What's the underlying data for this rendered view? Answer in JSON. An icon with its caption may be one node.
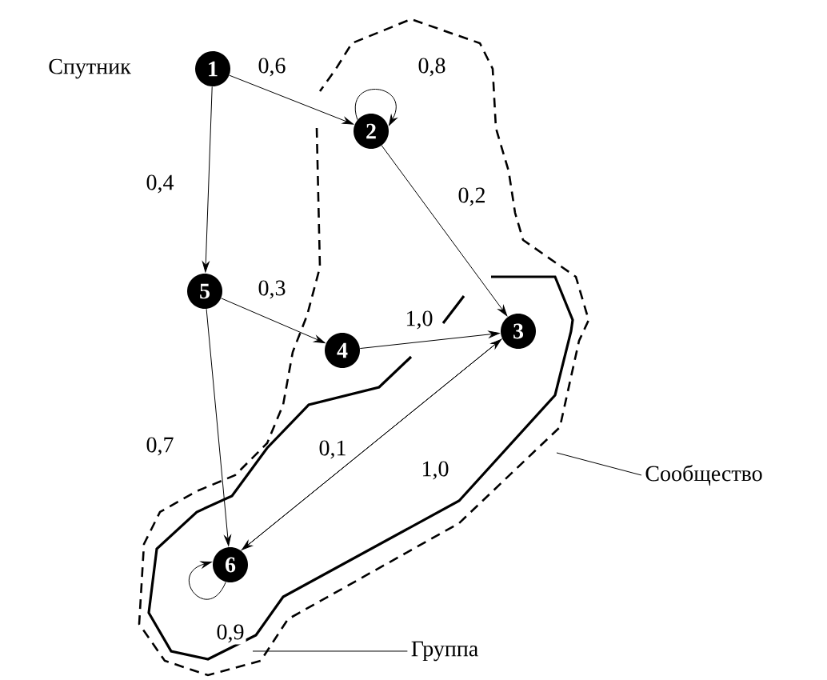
{
  "diagram": {
    "nodes": [
      {
        "text": [
          "1"
        ],
        "beside": [
          "Спутник"
        ]
      },
      {
        "text": [
          "2"
        ]
      },
      {
        "text": [
          "5"
        ]
      },
      {
        "text": [
          "4"
        ]
      },
      {
        "text": [
          "3"
        ]
      },
      {
        "text": [
          "6"
        ]
      },
      {
        "text": [
          "Сообщество"
        ]
      },
      {
        "text": [
          "Группа"
        ]
      }
    ],
    "edges": [
      {
        "from": 0,
        "to": 1,
        "arrow": "to",
        "label": "0,6"
      },
      {
        "from": 1,
        "to": 1,
        "arrow": "to",
        "label": "0,8"
      },
      {
        "from": 0,
        "to": 2,
        "arrow": "to",
        "label": "0,4"
      },
      {
        "from": 1,
        "to": 4,
        "arrow": "to",
        "label": "0,2"
      },
      {
        "from": 2,
        "to": 3,
        "arrow": "to",
        "label": "0,3"
      },
      {
        "from": 3,
        "to": 4,
        "arrow": "to",
        "label": "1,0"
      },
      {
        "from": 2,
        "to": 5,
        "arrow": "to",
        "label": "0,7"
      },
      {
        "from": 5,
        "to": 4,
        "arrow": "to",
        "label": "0,1"
      },
      {
        "from": 4,
        "to": 5,
        "arrow": "to",
        "label": "1,0"
      },
      {
        "from": 5,
        "to": 5,
        "arrow": "to",
        "label": "0,9"
      },
      {
        "from": 6,
        "to": null,
        "arrow": "none"
      },
      {
        "from": 7,
        "to": null,
        "arrow": "none"
      }
    ]
  }
}
